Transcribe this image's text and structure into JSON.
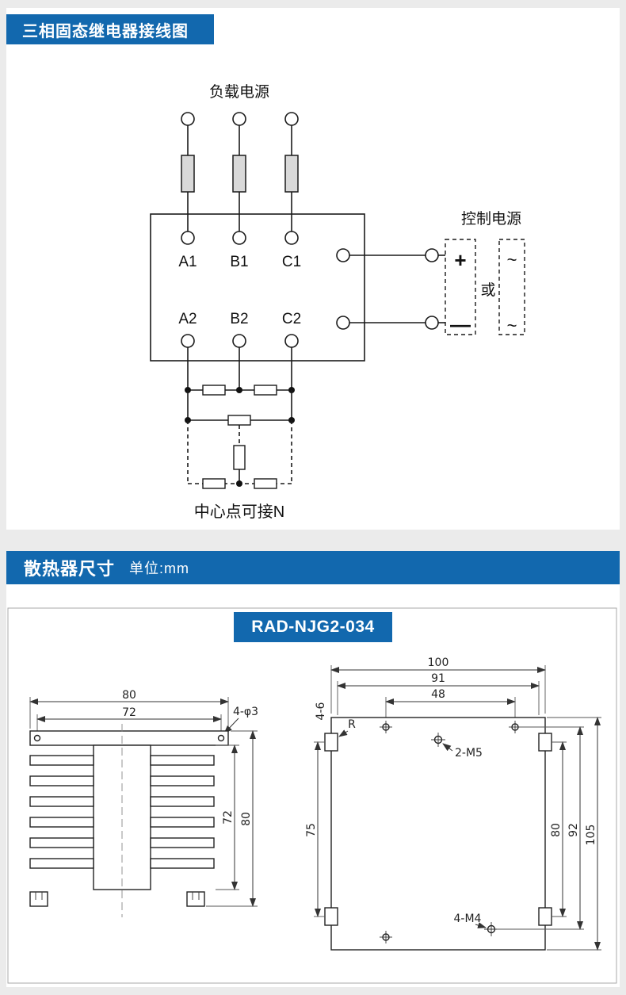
{
  "colors": {
    "accent": "#1268ae",
    "page_bg": "#ebebeb",
    "ink": "#1a1a1a"
  },
  "wiring": {
    "title": "三相固态继电器接线图",
    "load_power_label": "负载电源",
    "control_power_label": "控制电源",
    "terminals_row1": {
      "a": "A1",
      "b": "B1",
      "c": "C1"
    },
    "terminals_row2": {
      "a": "A2",
      "b": "B2",
      "c": "C2"
    },
    "plus": "+",
    "minus": "—",
    "or_label": "或",
    "ac_top": "~",
    "ac_bottom": "~",
    "center_note": "中心点可接N"
  },
  "heatsink": {
    "title": "散热器尺寸",
    "unit_label": "单位:mm",
    "model": "RAD-NJG2-034",
    "profile_view": {
      "width_outer": "80",
      "width_inner": "72",
      "hole_note": "4-φ3",
      "height_inner": "72",
      "height_outer": "80"
    },
    "plate_view": {
      "width_outer": "100",
      "width_mid": "91",
      "width_inner": "48",
      "slot_note": "4-6",
      "corner_note": "R",
      "m5_note": "2-M5",
      "height_left": "75",
      "height_inner": "80",
      "height_mid": "92",
      "height_outer": "105",
      "m4_note": "4-M4"
    }
  }
}
